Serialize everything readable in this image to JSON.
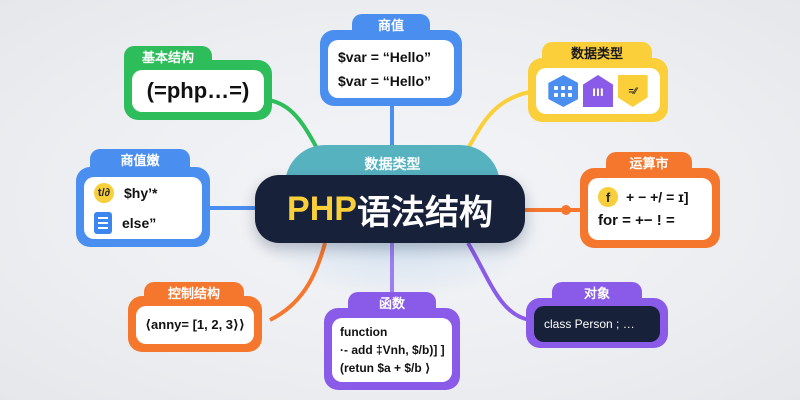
{
  "title": "PHP语法结构",
  "title_parts": {
    "highlight": "PHP",
    "rest": "语法结构"
  },
  "center_tab_label": "数据类型",
  "nodes": {
    "basic_structure": {
      "label": "基本结构",
      "lines": [
        "(=php…=)"
      ]
    },
    "variables": {
      "label": "商值",
      "lines": [
        "$var = “Hello”",
        "$var = “Hello”"
      ]
    },
    "data_types": {
      "label": "数据类型",
      "icons": [
        "grid-hexagon-icon",
        "tools-pentagon-icon",
        "equals-tag-icon"
      ],
      "icon_text": "=⁄⁄"
    },
    "conditions": {
      "label": "商值嫩",
      "lines": [
        "$hy’*",
        "else”"
      ],
      "icon_text": "t/∂"
    },
    "operators": {
      "label": "运算市",
      "lines": [
        "+ − +/ = ɪ]",
        "for = +− ! ="
      ],
      "icon_text": "f"
    },
    "control": {
      "label": "控制结构",
      "lines": [
        "⟨anny= [1, 2, 3⟩⟩"
      ]
    },
    "functions": {
      "label": "函数",
      "lines": [
        "function",
        "·- add ‡Vnh, $/b)] ]",
        "(retun $a + $/b ⟩"
      ]
    },
    "objects": {
      "label": "对象",
      "lines": [
        "class  Person ; …"
      ]
    }
  },
  "colors": {
    "green": "#2ebd5b",
    "blue": "#4a8ef0",
    "yellow": "#fbcf3a",
    "orange": "#f5772e",
    "purple": "#8a5be8",
    "center": "#172139",
    "teal": "#57b2c0"
  }
}
